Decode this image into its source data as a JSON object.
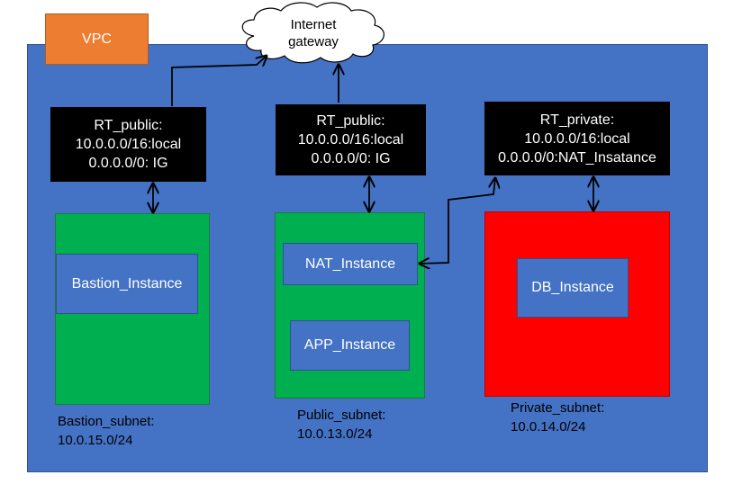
{
  "vpc": {
    "label": "VPC"
  },
  "internet_gateway": {
    "line1": "Internet",
    "line2": "gateway"
  },
  "route_tables": [
    {
      "title": "RT_public:",
      "route1": "10.0.0.0/16:local",
      "route2": "0.0.0.0/0: IG"
    },
    {
      "title": "RT_public:",
      "route1": "10.0.0.0/16:local",
      "route2": "0.0.0.0/0: IG"
    },
    {
      "title": "RT_private:",
      "route1": "10.0.0.0/16:local",
      "route2": "0.0.0.0/0:NAT_Insatance"
    }
  ],
  "instances": {
    "bastion": "Bastion_Instance",
    "nat": "NAT_Instance",
    "app": "APP_Instance",
    "db": "DB_Instance"
  },
  "subnets": [
    {
      "name": "Bastion_subnet:",
      "cidr": "10.0.15.0/24",
      "color": "#00b050"
    },
    {
      "name": "Public_subnet:",
      "cidr": "10.0.13.0/24",
      "color": "#00b050"
    },
    {
      "name": "Private_subnet:",
      "cidr": "10.0.14.0/24",
      "color": "#ff0000"
    }
  ],
  "colors": {
    "vpc": "#4472c4",
    "vpc_label": "#ed7d31",
    "route_table": "#000000"
  }
}
